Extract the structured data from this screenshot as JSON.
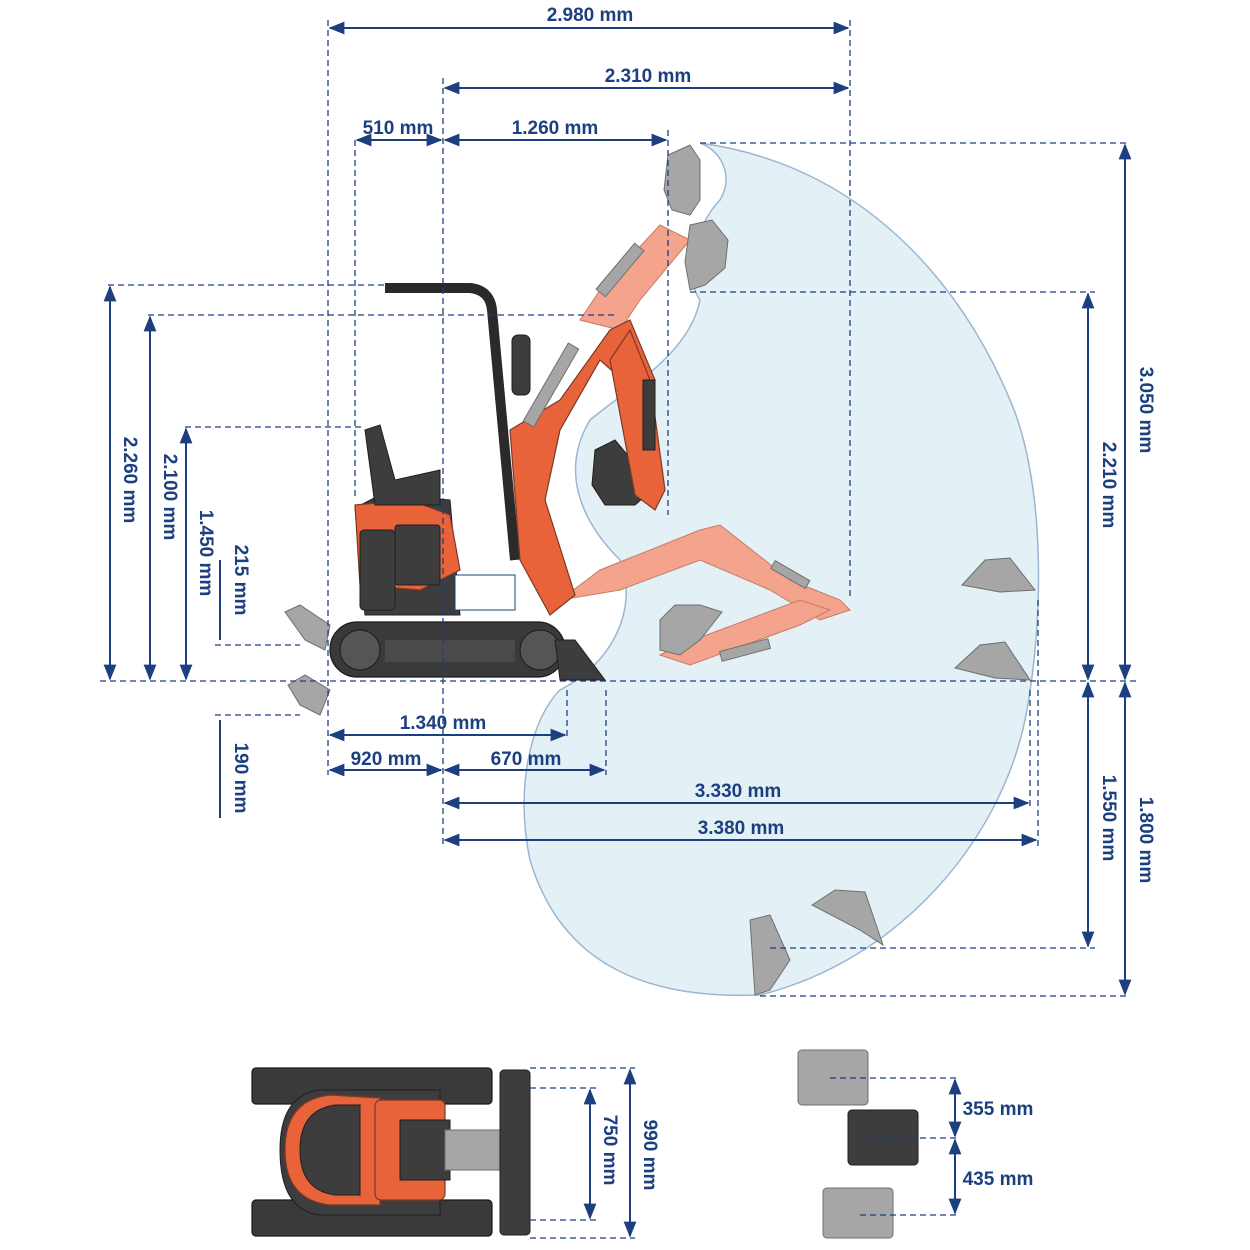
{
  "colors": {
    "dimension": "#1c3f80",
    "machine_orange": "#e8623a",
    "reach_area": "#e3f1f7",
    "machine_dark": "#3d3d3d",
    "bucket_grey": "#a6a6a6"
  },
  "dimensions": {
    "top_total_length": "2.980 mm",
    "top_front_length": "2.310 mm",
    "top_rear": "510 mm",
    "top_boom": "1.260 mm",
    "height_cab": "2.260 mm",
    "height_boom": "2.100 mm",
    "height_seat": "1.450 mm",
    "blade_lift": "215 mm",
    "blade_depth": "190 mm",
    "reach_ground": "1.340 mm",
    "rear_swing": "920 mm",
    "front_swing": "670 mm",
    "reach_dig": "3.330 mm",
    "reach_max": "3.380 mm",
    "dump_height": "2.210 mm",
    "dig_height": "3.050 mm",
    "dig_depth_vertical": "1.550 mm",
    "dig_depth_max": "1.800 mm",
    "track_inner": "750 mm",
    "track_outer": "990 mm",
    "bucket_small": "355 mm",
    "bucket_large": "435 mm"
  }
}
